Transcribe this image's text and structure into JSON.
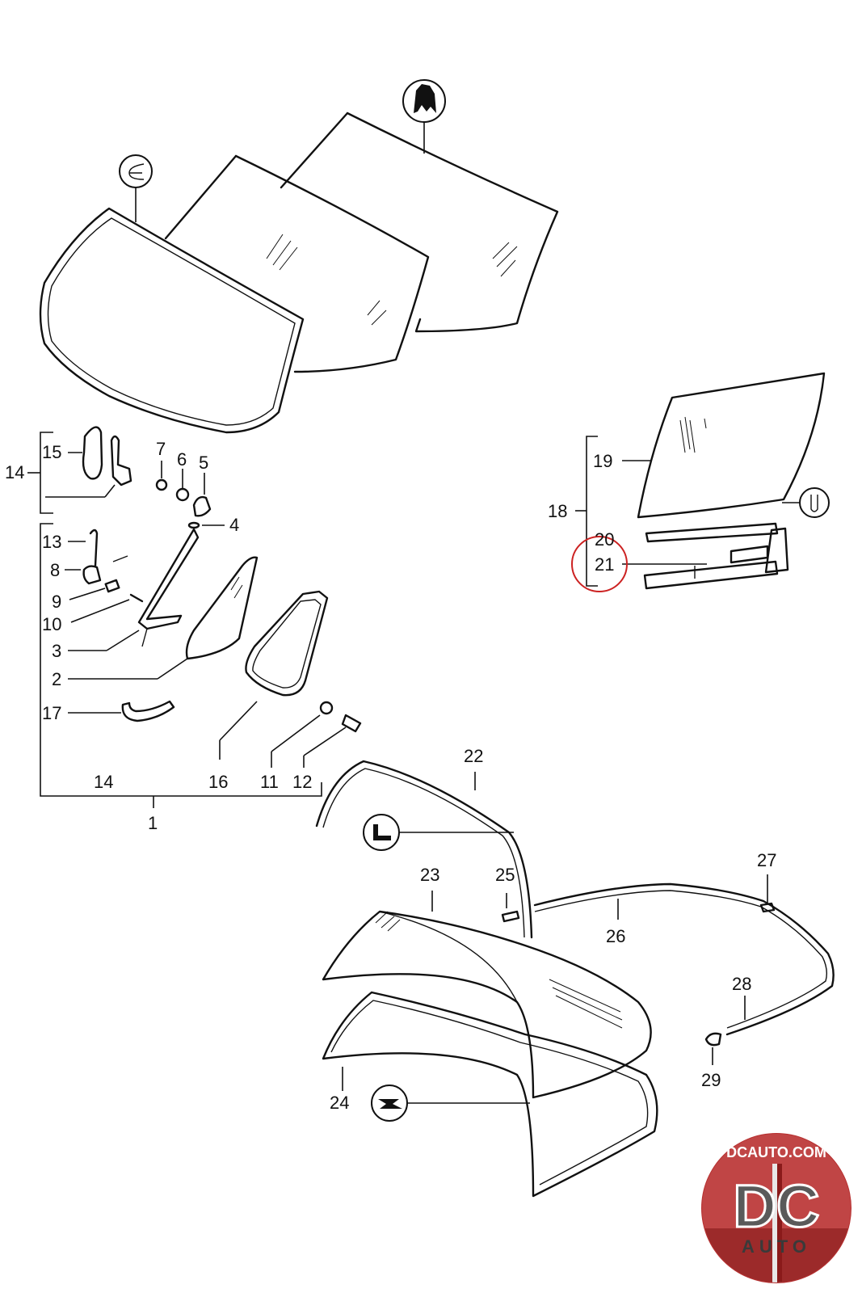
{
  "labels": {
    "l1": "1",
    "l2": "2",
    "l3": "3",
    "l4": "4",
    "l5": "5",
    "l6": "6",
    "l7": "7",
    "l8": "8",
    "l9": "9",
    "l10": "10",
    "l11": "11",
    "l12": "12",
    "l13": "13",
    "l14a": "14",
    "l14b": "14",
    "l15": "15",
    "l16": "16",
    "l17": "17",
    "l18": "18",
    "l19": "19",
    "l20": "20",
    "l21": "21",
    "l22": "22",
    "l23": "23",
    "l24": "24",
    "l25": "25",
    "l26": "26",
    "l27": "27",
    "l28": "28",
    "l29": "29"
  },
  "highlight_color": "#cc2222",
  "logo": {
    "top_text": "DCAUTO.COM",
    "letters": "DC",
    "bottom_text": "AUTO"
  }
}
